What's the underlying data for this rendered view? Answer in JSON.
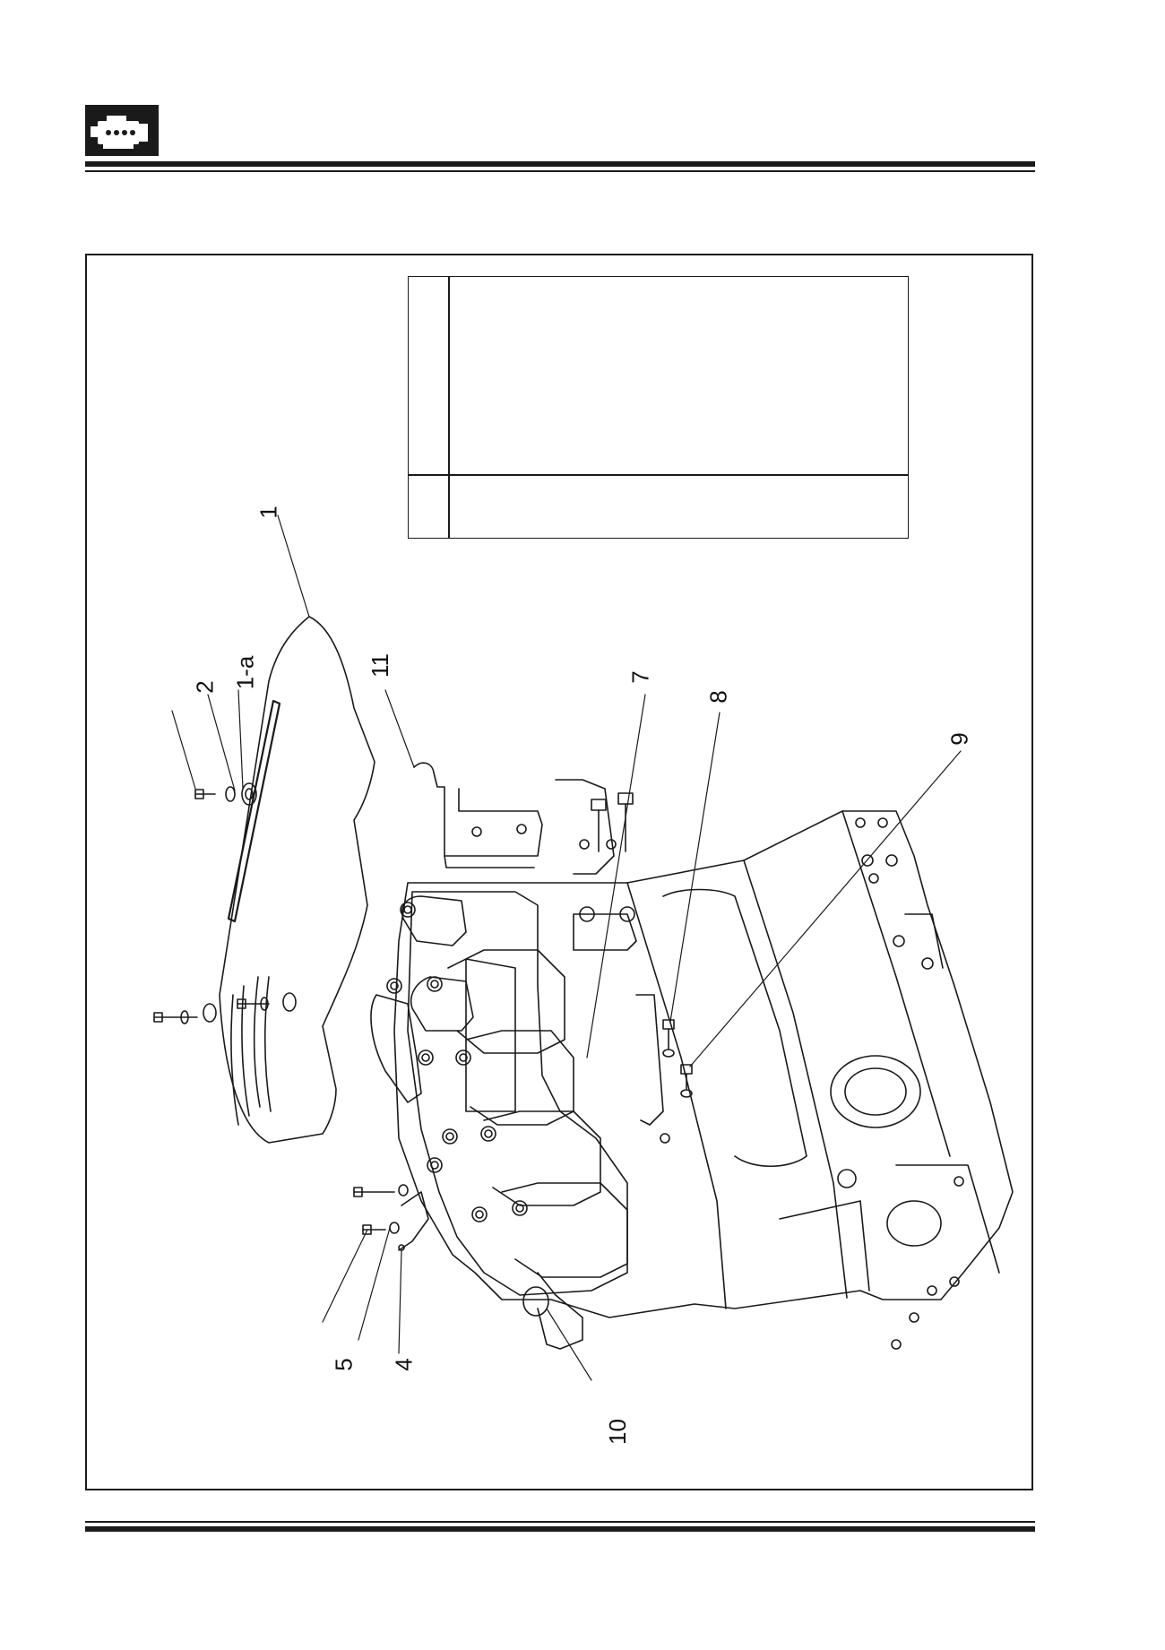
{
  "header": {
    "logo_icon": "engine-icon"
  },
  "diagram": {
    "callouts": {
      "c1": "1",
      "c1a": "1-a",
      "c2": "2",
      "c4": "4",
      "c5": "5",
      "c7": "7",
      "c8": "8",
      "c9": "9",
      "c10": "10",
      "c11": "11"
    }
  },
  "colors": {
    "ink": "#1a1a1a",
    "paper": "#ffffff"
  }
}
